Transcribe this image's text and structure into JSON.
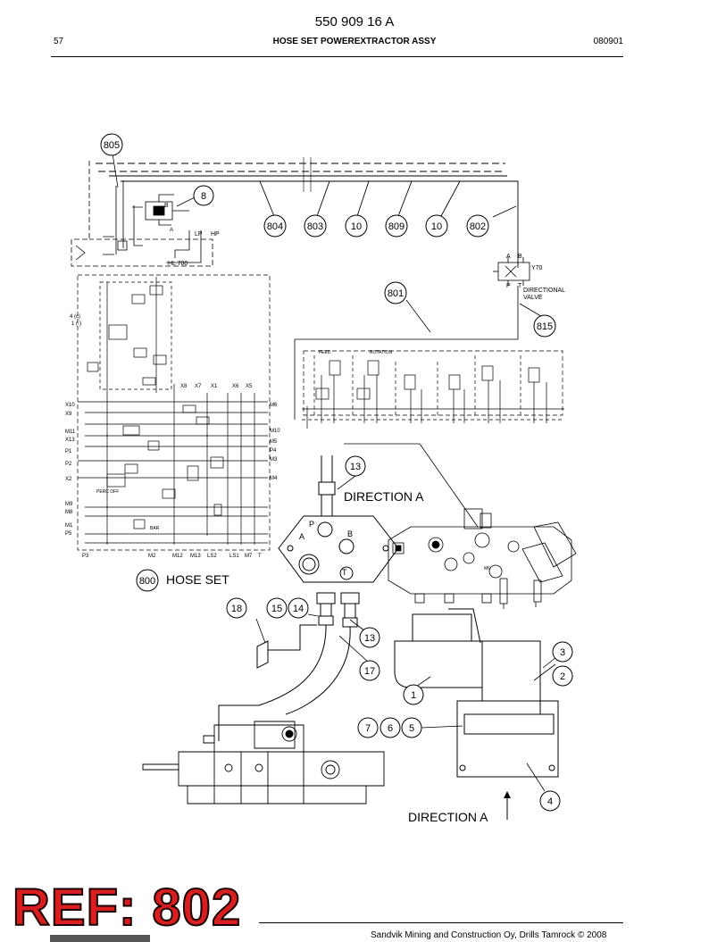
{
  "header": {
    "doc_number": "550 909 16 A",
    "page_number": "57",
    "title": "HOSE SET POWEREXTRACTOR ASSY",
    "date": "080901"
  },
  "callouts": {
    "c805": "805",
    "c8": "8",
    "c804": "804",
    "c803": "803",
    "c10a": "10",
    "c809": "809",
    "c10b": "10",
    "c802": "802",
    "c801": "801",
    "c815": "815",
    "c13a": "13",
    "c800": "800",
    "c18": "18",
    "c15": "15",
    "c14": "14",
    "c13b": "13",
    "c17": "17",
    "c1": "1",
    "c3": "3",
    "c2": "2",
    "c7": "7",
    "c6": "6",
    "c5": "5",
    "c4": "4"
  },
  "labels": {
    "direction_a_top": "DIRECTION  A",
    "direction_a_bottom": "DIRECTION  A",
    "hose_set": "HOSE SET"
  },
  "schematic": {
    "hl700": "HL 700",
    "lp": "LP",
    "hp": "HP",
    "b": "B",
    "a": "A",
    "y70": "Y70",
    "p": "P",
    "t": "T",
    "directional": "DIRECTIONAL",
    "valve": "VALVE",
    "feed": "FEED",
    "rotation": "ROTATION",
    "perc_off": "PERC OFF",
    "bar": "BAR",
    "x8": "X8",
    "x7": "X7",
    "x1": "X1",
    "x6": "X6",
    "x5": "X5",
    "x10": "X10",
    "x9": "X9",
    "m11": "M11",
    "x13": "X13",
    "p1": "P1",
    "p2": "P2",
    "x2": "X2",
    "m9": "M9",
    "m8": "M8",
    "m1": "M1",
    "p5": "P5",
    "p3": "P3",
    "m6": "M6",
    "m10": "M10",
    "m5": "M5",
    "p4": "P4",
    "m3": "M3",
    "m4": "M4",
    "m2": "M2",
    "m12": "M12",
    "m13": "M13",
    "ls2": "LS2",
    "ls1": "LS1",
    "m7": "M7",
    "tt": "T"
  },
  "block": {
    "p": "P",
    "a": "A",
    "b": "B",
    "t": "T"
  },
  "stamp": "REF: 802",
  "footer": {
    "copyright": "Sandvik Mining and Construction Oy, Drills Tamrock © 2008"
  }
}
